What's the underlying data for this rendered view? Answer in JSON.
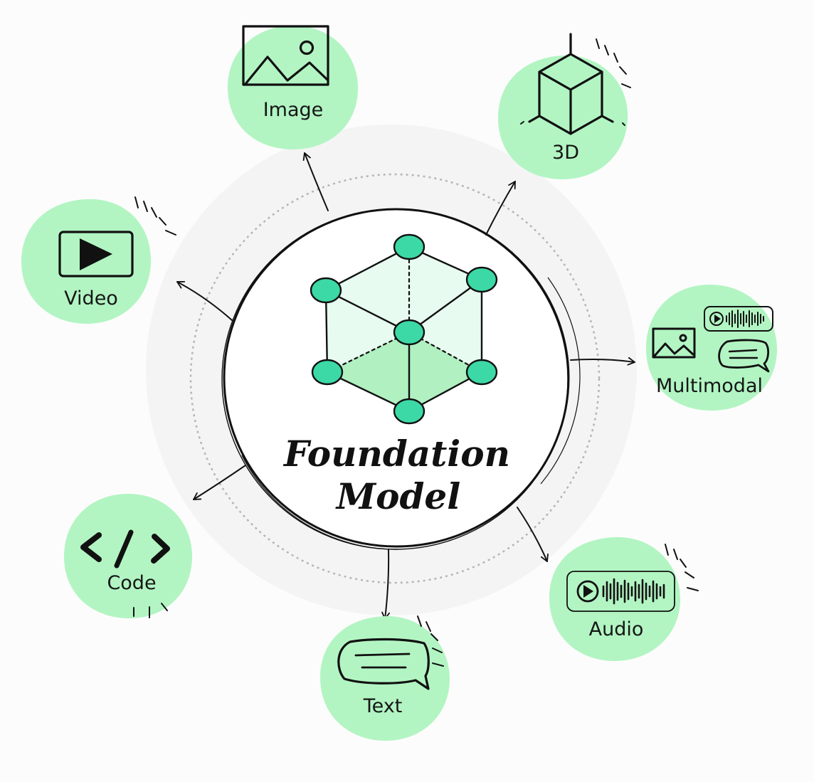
{
  "center": {
    "title_line1": "Foundation",
    "title_line2": "Model"
  },
  "nodes": [
    {
      "id": "image",
      "label": "Image",
      "icon": "image-icon"
    },
    {
      "id": "3d",
      "label": "3D",
      "icon": "cube-3d-icon"
    },
    {
      "id": "video",
      "label": "Video",
      "icon": "video-play-icon"
    },
    {
      "id": "multimodal",
      "label": "Multimodal",
      "icon": "multimodal-icon"
    },
    {
      "id": "code",
      "label": "Code",
      "icon": "code-icon"
    },
    {
      "id": "audio",
      "label": "Audio",
      "icon": "audio-waveform-icon"
    },
    {
      "id": "text",
      "label": "Text",
      "icon": "speech-bubble-icon"
    }
  ],
  "colors": {
    "blob": "#b2f5c3",
    "halo": "#f4f4f5",
    "node_fill": "#3cd9a6",
    "cube_light": "#e8fbf0",
    "cube_mid": "#b0f0c1",
    "ink": "#111111"
  }
}
